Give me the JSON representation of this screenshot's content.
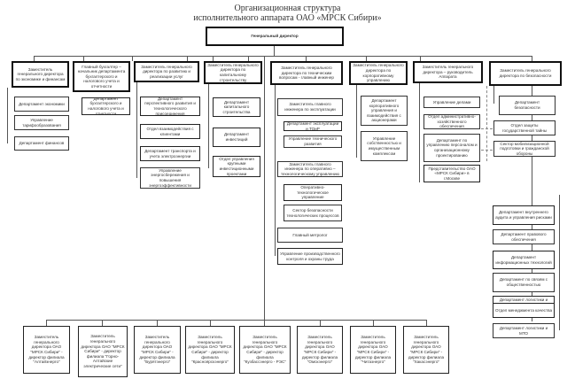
{
  "title": {
    "line1": "Организационная структура",
    "line2": "исполнительного аппарата ОАО «МРСК Сибири»"
  },
  "root": "Генеральный директор",
  "deputies": [
    {
      "label": "Заместитель генерального директора по экономике и финансам",
      "children": [
        "Департамент экономики",
        "Управление тарифообразования",
        "Департамент финансов"
      ]
    },
    {
      "label": "Главный бухгалтер – начальник департамента бухгалтерского и налогового учета и отчетности",
      "children": [
        "Департамент бухгалтерского и налогового учета и отчетности"
      ]
    },
    {
      "label": "Заместитель генерального директора по развитию и реализации услуг",
      "children": [
        "Департамент перспективного развития и технологического присоединения",
        "Отдел взаимодействия с клиентами",
        "Департамент транспорта и учета электроэнергии",
        "Управление энергосбережения и повышения энергоэффективности"
      ]
    },
    {
      "label": "Заместитель генерального директора по капитальному строительству",
      "children": [
        "Департамент капитального строительства",
        "Департамент инвестиций",
        "Отдел управления крупными инвестиционными проектами"
      ]
    },
    {
      "label": "Заместитель генерального директора по техническим вопросам - главный инженер",
      "children": [
        "Заместитель главного инженера по эксплуатации",
        "Департамент эксплуатации и ТОиР",
        "Управление технического развития",
        "Заместитель главного инженера по оперативно – технологическому управлению",
        "Оперативно-технологическое управление",
        "Сектор безопасности технологических процессов",
        "Главный метролог",
        "Управление производственного контроля и охраны труда"
      ]
    },
    {
      "label": "Заместитель генерального директора по корпоративному управлению",
      "children": [
        "Департамент корпоративного управления и взаимодействия с акционерами",
        "Управление собственностью и имущественным комплексом"
      ]
    },
    {
      "label": "Заместитель генерального директора – руководитель Аппарата",
      "children": [
        "Управление делами",
        "Отдел административно-хозяйственного обеспечения",
        "Департамент по управлению персоналом и организационному проектированию",
        "Представительство ОАО «МРСК Сибири» в г.Москве"
      ]
    },
    {
      "label": "Заместитель генерального директора по безопасности",
      "children": [
        "Департамент безопасности",
        "Отдел защиты государственной тайны",
        "Сектор мобилизационной подготовки и гражданской обороны"
      ]
    }
  ],
  "direct_reports": [
    "Департамент внутреннего аудита и управления рисками",
    "Департамент правового обеспечения",
    "Департамент информационных технологий",
    "Департамент по связям с общественностью",
    "Департамент логистики и МТО (кадровой политики)",
    "Отдел менеджмента качества",
    "Департамент логистики и МТО"
  ],
  "branches": [
    "Заместитель генерального директора ОАО \"МРСК Сибири\" - директор филиала \"Алтайэнерго\"",
    "Заместитель генерального директора ОАО \"МРСК Сибири\" - директор филиала \"Горно-Алтайские электрические сети\"",
    "Заместитель генерального директора ОАО \"МРСК Сибири\" - директор филиала \"Бурятэнерго\"",
    "Заместитель генерального директора ОАО \"МРСК Сибири\" - директор филиала \"Красноярскэнерго\"",
    "Заместитель генерального директора ОАО \"МРСК Сибири\" - директор филиала \"Кузбассэнерго - РЭС\"",
    "Заместитель генерального директора ОАО \"МРСК Сибири\" - директор филиала \"Омскэнерго\"",
    "Заместитель генерального директора ОАО \"МРСК Сибири\" - директор филиала \"Читаэнерго\"",
    "Заместитель генерального директора ОАО \"МРСК Сибири\" - директор филиала \"Хакасэнерго\""
  ]
}
